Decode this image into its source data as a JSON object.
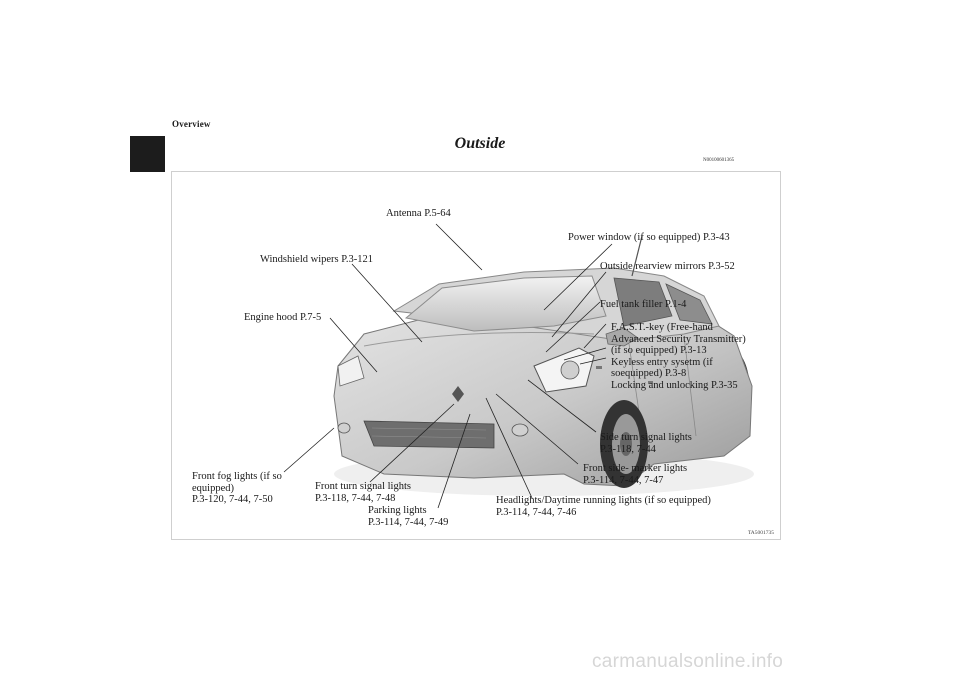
{
  "header": {
    "section": "Overview",
    "title": "Outside",
    "code": "N00100601365"
  },
  "figure": {
    "code": "TA5001735",
    "labels": {
      "antenna": "Antenna P.5-64",
      "power_window": "Power window (if so equipped) P.3-43",
      "wipers": "Windshield wipers P.3-121",
      "mirrors": "Outside rearview mirrors P.3-52",
      "fuel": "Fuel tank filler P.1-4",
      "hood": "Engine hood P.7-5",
      "fast_key": "F.A.S.T.-key (Free-hand\nAdvanced Security Transmitter)\n(if so equipped) P.3-13\nKeyless entry sysetm (if\nsoequipped) P.3-8\nLocking and unlocking P.3-35",
      "side_turn": "Side turn signal lights\nP.3-118, 7-44",
      "side_marker": "Front side- marker lights\nP.3-114, 7-44, 7-47",
      "fog": "Front fog lights (if so\nequipped)\nP.3-120, 7-44, 7-50",
      "front_turn": "Front turn signal lights\nP.3-118, 7-44, 7-48",
      "parking": "Parking lights\nP.3-114, 7-44, 7-49",
      "headlights": "Headlights/Daytime running lights (if so equipped)\nP.3-114, 7-44, 7-46"
    }
  },
  "footer": {
    "watermark": "carmanualsonline.info"
  }
}
